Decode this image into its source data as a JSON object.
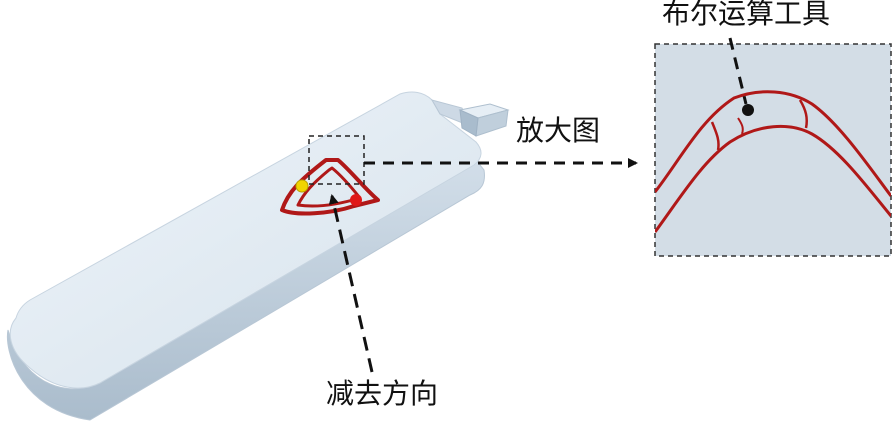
{
  "annotations": {
    "zoom_view": "放大图",
    "boolean_tool": "布尔运算工具",
    "subtract_direction": "减去方向"
  },
  "colors": {
    "part_face": "#dfe9f2",
    "part_side": "#c3d2e0",
    "detail_bg": "#d3dde6",
    "sketch": "#b01818",
    "marker_yellow": "#f1d400",
    "marker_red": "#e01818",
    "leader": "#111111"
  }
}
